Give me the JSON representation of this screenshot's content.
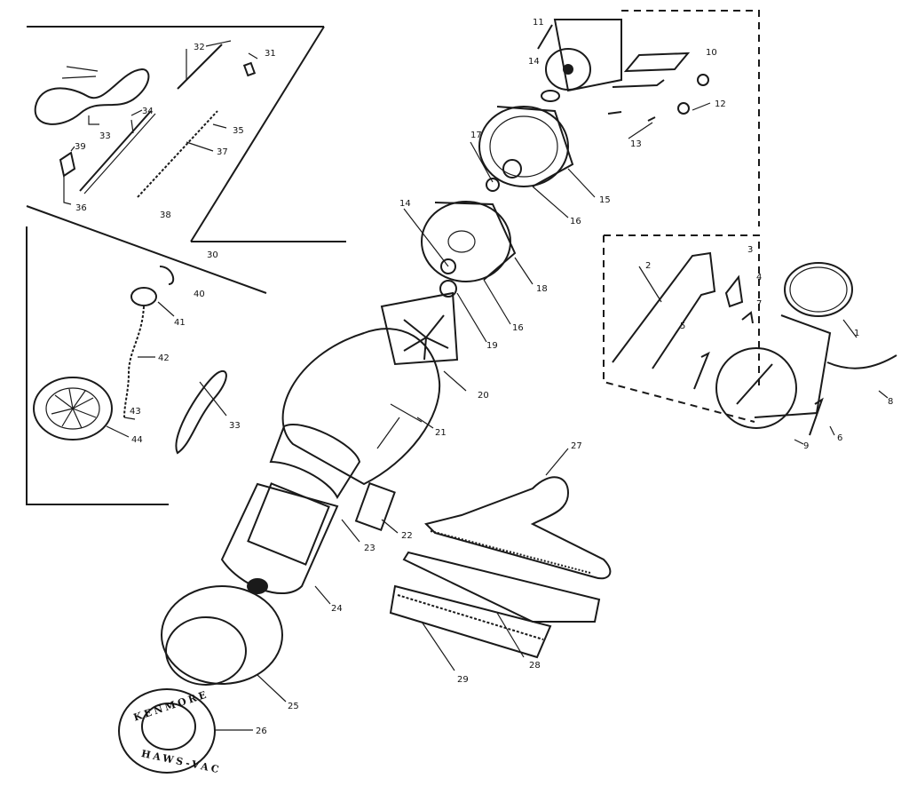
{
  "colors": {
    "ink": "#1a1a1a",
    "paper": "#ffffff"
  },
  "labels": {
    "p1": "1",
    "p2": "2",
    "p3": "3",
    "p4": "4",
    "p5": "5",
    "p6": "6",
    "p7": "7",
    "p8": "8",
    "p9": "9",
    "p10": "10",
    "p11": "11",
    "p12": "12",
    "p13": "13",
    "p14a": "14",
    "p14b": "14",
    "p15": "15",
    "p16a": "16",
    "p16b": "16",
    "p17": "17",
    "p18": "18",
    "p19": "19",
    "p20": "20",
    "p21": "21",
    "p22": "22",
    "p23": "23",
    "p24": "24",
    "p25": "25",
    "p26": "26",
    "p27": "27",
    "p28": "28",
    "p29": "29",
    "p30": "30",
    "p31": "31",
    "p32": "32",
    "p33a": "33",
    "p33b": "33",
    "p34": "34",
    "p35": "35",
    "p36": "36",
    "p37": "37",
    "p38": "38",
    "p39": "39",
    "p40": "40",
    "p41": "41",
    "p42": "42",
    "p43": "43",
    "p44": "44"
  },
  "brand": {
    "top": "KENMORE",
    "bottom": "HAWS-VAC"
  }
}
